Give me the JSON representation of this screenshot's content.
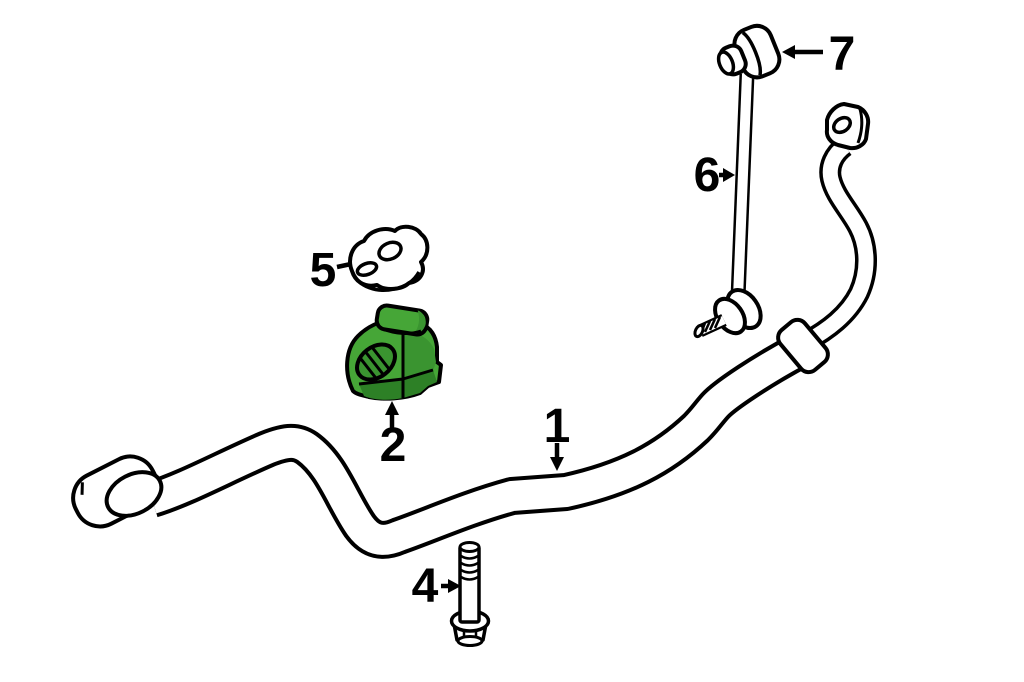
{
  "diagram": {
    "kind": "exploded-parts-line-drawing",
    "subject": "stabilizer-bar-and-links",
    "background_color": "#ffffff",
    "line_color": "#000000",
    "highlight_color": "#46a637",
    "highlight_color_mid": "#3a9430",
    "highlight_color_dark": "#2d8026"
  },
  "callouts": [
    {
      "number": "1",
      "part": "stabilizer-bar",
      "arrow": "down",
      "highlighted": false
    },
    {
      "number": "2",
      "part": "stabilizer-bar-bushing",
      "arrow": "up",
      "highlighted": true
    },
    {
      "number": "4",
      "part": "flange-bolt",
      "arrow": "right",
      "highlighted": false
    },
    {
      "number": "5",
      "part": "bushing-bracket",
      "arrow": "dash",
      "highlighted": false
    },
    {
      "number": "6",
      "part": "stabilizer-link",
      "arrow": "right",
      "highlighted": false
    },
    {
      "number": "7",
      "part": "link-bushing",
      "arrow": "left",
      "highlighted": false
    }
  ]
}
